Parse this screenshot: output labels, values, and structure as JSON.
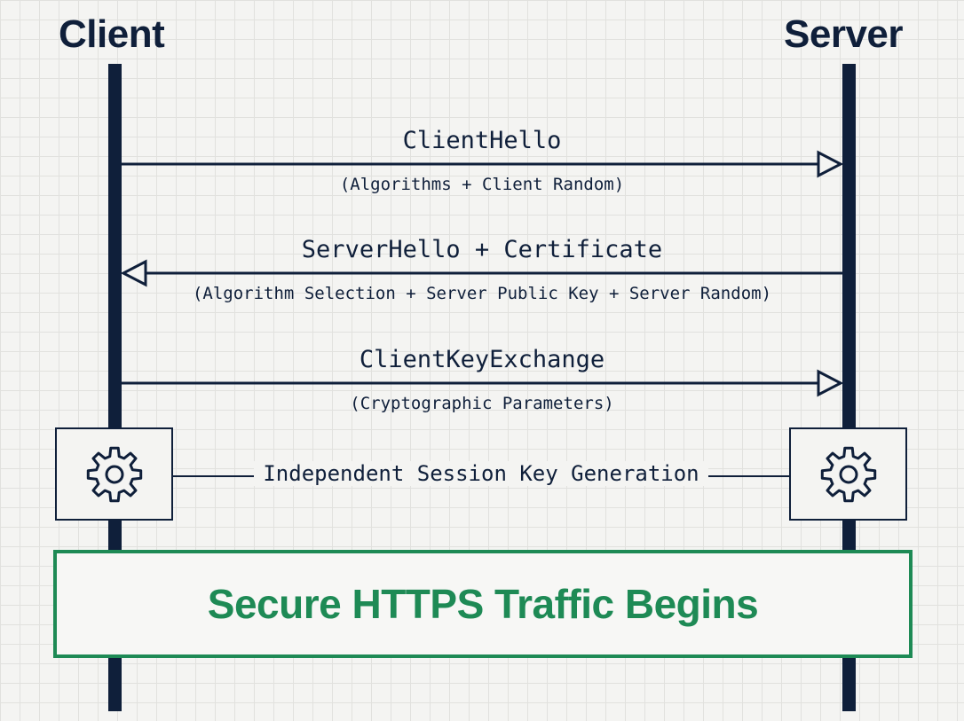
{
  "actors": {
    "client": "Client",
    "server": "Server"
  },
  "messages": [
    {
      "title": "ClientHello",
      "subtitle": "(Algorithms + Client Random)",
      "direction": "client-to-server"
    },
    {
      "title": "ServerHello + Certificate",
      "subtitle": "(Algorithm Selection + Server Public Key + Server Random)",
      "direction": "server-to-client"
    },
    {
      "title": "ClientKeyExchange",
      "subtitle": "(Cryptographic Parameters)",
      "direction": "client-to-server"
    }
  ],
  "key_generation": {
    "label": "Independent Session Key Generation",
    "icon": "gear-icon"
  },
  "secure_banner": {
    "text": "Secure HTTPS Traffic Begins"
  },
  "colors": {
    "navy": "#0f1f3a",
    "green": "#1e8a55",
    "background": "#f4f4f2"
  }
}
